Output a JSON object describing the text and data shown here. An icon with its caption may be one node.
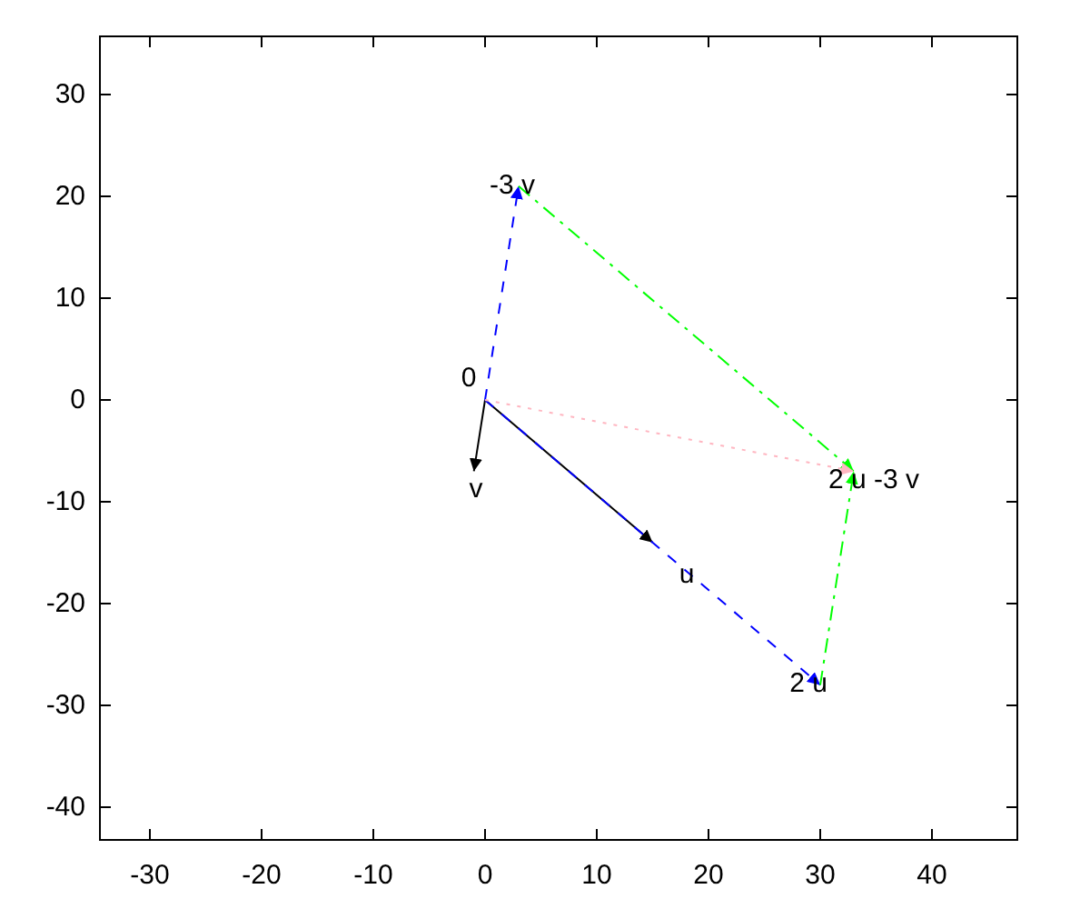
{
  "diagram": {
    "nodes": [
      {
        "text": [
          "-3 v"
        ]
      },
      {
        "text": [
          "0"
        ]
      },
      {
        "text": [
          "2 u -3 v"
        ]
      },
      {
        "text": [
          "v"
        ]
      },
      {
        "text": [
          "u"
        ]
      },
      {
        "text": [
          "2 u"
        ]
      }
    ],
    "edges": [
      {
        "from": 1,
        "to": 3,
        "arrow": "to"
      },
      {
        "from": 1,
        "to": 4,
        "arrow": "to"
      },
      {
        "from": 1,
        "to": 5,
        "arrow": "to",
        "style": "dashed",
        "color": "#0000ff"
      },
      {
        "from": 1,
        "to": 0,
        "arrow": "to",
        "style": "dashed",
        "color": "#0000ff"
      },
      {
        "from": 0,
        "to": 2,
        "arrow": "to",
        "style": "dashed",
        "color": "#00ff00"
      },
      {
        "from": 5,
        "to": 2,
        "arrow": "to",
        "style": "dashed",
        "color": "#00ff00"
      },
      {
        "from": 1,
        "to": 2,
        "arrow": "to",
        "style": "dashed",
        "color": "#ffb6c1"
      }
    ],
    "labels": [
      "30",
      "20",
      "10",
      "0",
      "-10",
      "-20",
      "-30",
      "-40",
      "-30",
      "-20",
      "-10",
      "0",
      "10",
      "20",
      "30",
      "40"
    ]
  }
}
